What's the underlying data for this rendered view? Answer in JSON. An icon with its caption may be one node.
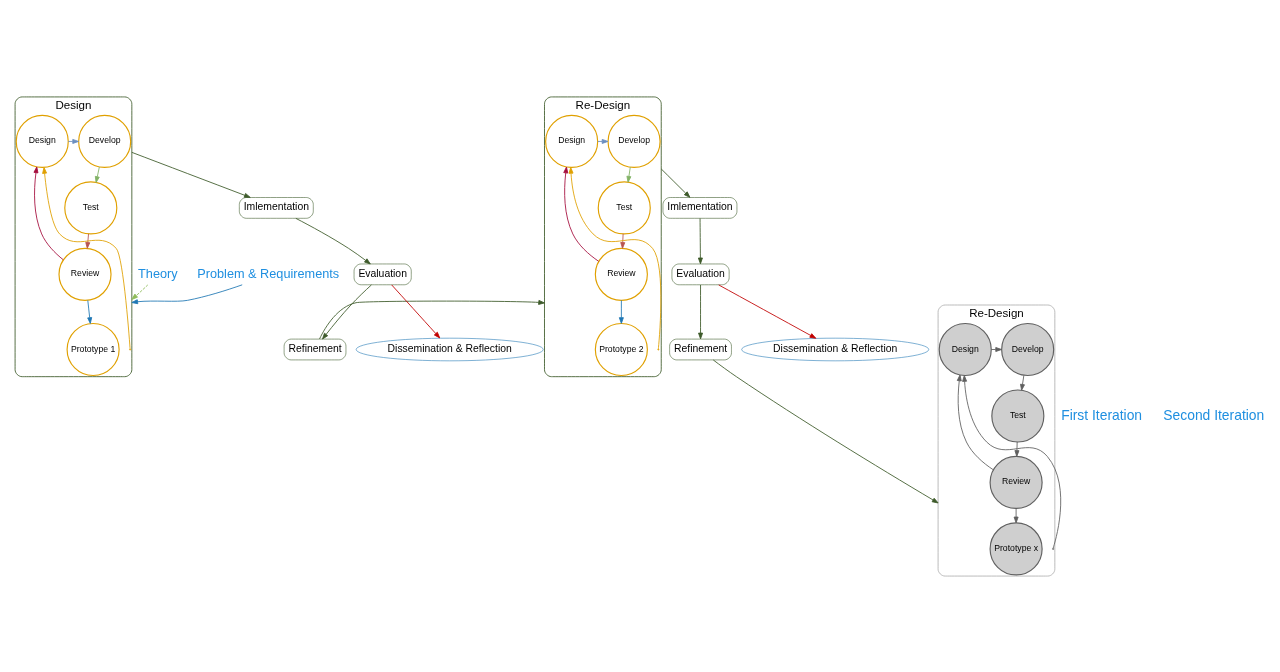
{
  "diagram": {
    "nodes": [
      {
        "text": [
          "Design"
        ]
      },
      {
        "text": [
          "Develop"
        ],
        "in": 0
      },
      {
        "text": [
          "Test"
        ],
        "in": 0
      },
      {
        "text": [
          "Design"
        ],
        "in": 0
      },
      {
        "text": [
          "Review"
        ],
        "in": 0
      },
      {
        "text": [
          "Prototype 1"
        ],
        "in": 0
      },
      {
        "text": [
          "Re-Design"
        ]
      },
      {
        "text": [
          "Develop"
        ],
        "in": 6
      },
      {
        "text": [
          "Test"
        ],
        "in": 6
      },
      {
        "text": [
          "Design"
        ],
        "in": 6
      },
      {
        "text": [
          "Review"
        ],
        "in": 6
      },
      {
        "text": [
          "Prototype 2"
        ],
        "in": 6
      },
      {
        "text": [
          "Re-Design"
        ]
      },
      {
        "text": [
          "Develop"
        ],
        "in": 12
      },
      {
        "text": [
          "Test"
        ],
        "in": 12
      },
      {
        "text": [
          "Design"
        ],
        "in": 12
      },
      {
        "text": [
          "Review"
        ],
        "in": 12
      },
      {
        "text": [
          "Prototype x"
        ],
        "in": 12
      },
      {
        "text": [
          "Theory"
        ]
      },
      {
        "text": [
          "Problem & Requirements"
        ]
      },
      {
        "text": [
          "Refinement"
        ]
      },
      {
        "text": [
          "Imlementation"
        ]
      },
      {
        "text": [
          "Evaluation"
        ]
      },
      {
        "text": [
          "Dissemination & Reflection"
        ]
      },
      {
        "text": [
          "Refinement"
        ]
      },
      {
        "text": [
          "Imlementation"
        ]
      },
      {
        "text": [
          "Evaluation"
        ]
      },
      {
        "text": [
          "Dissemination & Reflection"
        ]
      }
    ],
    "edges": [
      {
        "from": 3,
        "to": 1,
        "arrow": "to",
        "color": "#6c8ebf"
      },
      {
        "from": 1,
        "to": 2,
        "arrow": "to",
        "color": "#82b366"
      },
      {
        "from": 2,
        "to": 4,
        "arrow": "to",
        "color": "#b85450"
      },
      {
        "from": 4,
        "to": 3,
        "arrow": "to",
        "color": "#a50d3c"
      },
      {
        "from": 4,
        "to": 5,
        "arrow": "to",
        "color": "#1f77b4"
      },
      {
        "from": 0,
        "to": 3,
        "arrow": "to",
        "color": "#e0a000"
      },
      {
        "from": 9,
        "to": 7,
        "arrow": "to",
        "color": "#6c8ebf"
      },
      {
        "from": 7,
        "to": 8,
        "arrow": "to",
        "color": "#82b366"
      },
      {
        "from": 8,
        "to": 10,
        "arrow": "to",
        "color": "#b85450"
      },
      {
        "from": 10,
        "to": 9,
        "arrow": "to",
        "color": "#a50d3c"
      },
      {
        "from": 10,
        "to": 11,
        "arrow": "to",
        "color": "#1f77b4"
      },
      {
        "from": 6,
        "to": 9,
        "arrow": "to",
        "color": "#e0a000"
      },
      {
        "from": 15,
        "to": 13,
        "arrow": "to",
        "color": "#5f5f5f"
      },
      {
        "from": 13,
        "to": 14,
        "arrow": "to",
        "color": "#5f5f5f"
      },
      {
        "from": 14,
        "to": 16,
        "arrow": "to",
        "color": "#5f5f5f"
      },
      {
        "from": 16,
        "to": 15,
        "arrow": "to",
        "color": "#5f5f5f"
      },
      {
        "from": 16,
        "to": 17,
        "arrow": "to",
        "color": "#5f5f5f"
      },
      {
        "from": 12,
        "to": 15,
        "arrow": "to",
        "color": "#5f5f5f"
      },
      {
        "from": 18,
        "to": 0,
        "arrow": "to",
        "style": "dashed",
        "color": "#8fbc5a"
      },
      {
        "from": 19,
        "to": 0,
        "arrow": "to",
        "color": "#1f77b4"
      },
      {
        "from": 0,
        "to": 21,
        "arrow": "to"
      },
      {
        "from": 21,
        "to": 22,
        "arrow": "to"
      },
      {
        "from": 22,
        "to": 20,
        "arrow": "to"
      },
      {
        "from": 22,
        "to": 23,
        "arrow": "to",
        "color": "#c00000"
      },
      {
        "from": 20,
        "to": 6,
        "arrow": "to"
      },
      {
        "from": 6,
        "to": 25,
        "arrow": "to"
      },
      {
        "from": 25,
        "to": 26,
        "arrow": "to"
      },
      {
        "from": 26,
        "to": 24,
        "arrow": "to"
      },
      {
        "from": 26,
        "to": 27,
        "arrow": "to",
        "color": "#c00000"
      },
      {
        "from": 24,
        "to": 12,
        "arrow": "to"
      }
    ],
    "labels": [
      "First Iteration",
      "Second Iteration"
    ]
  }
}
